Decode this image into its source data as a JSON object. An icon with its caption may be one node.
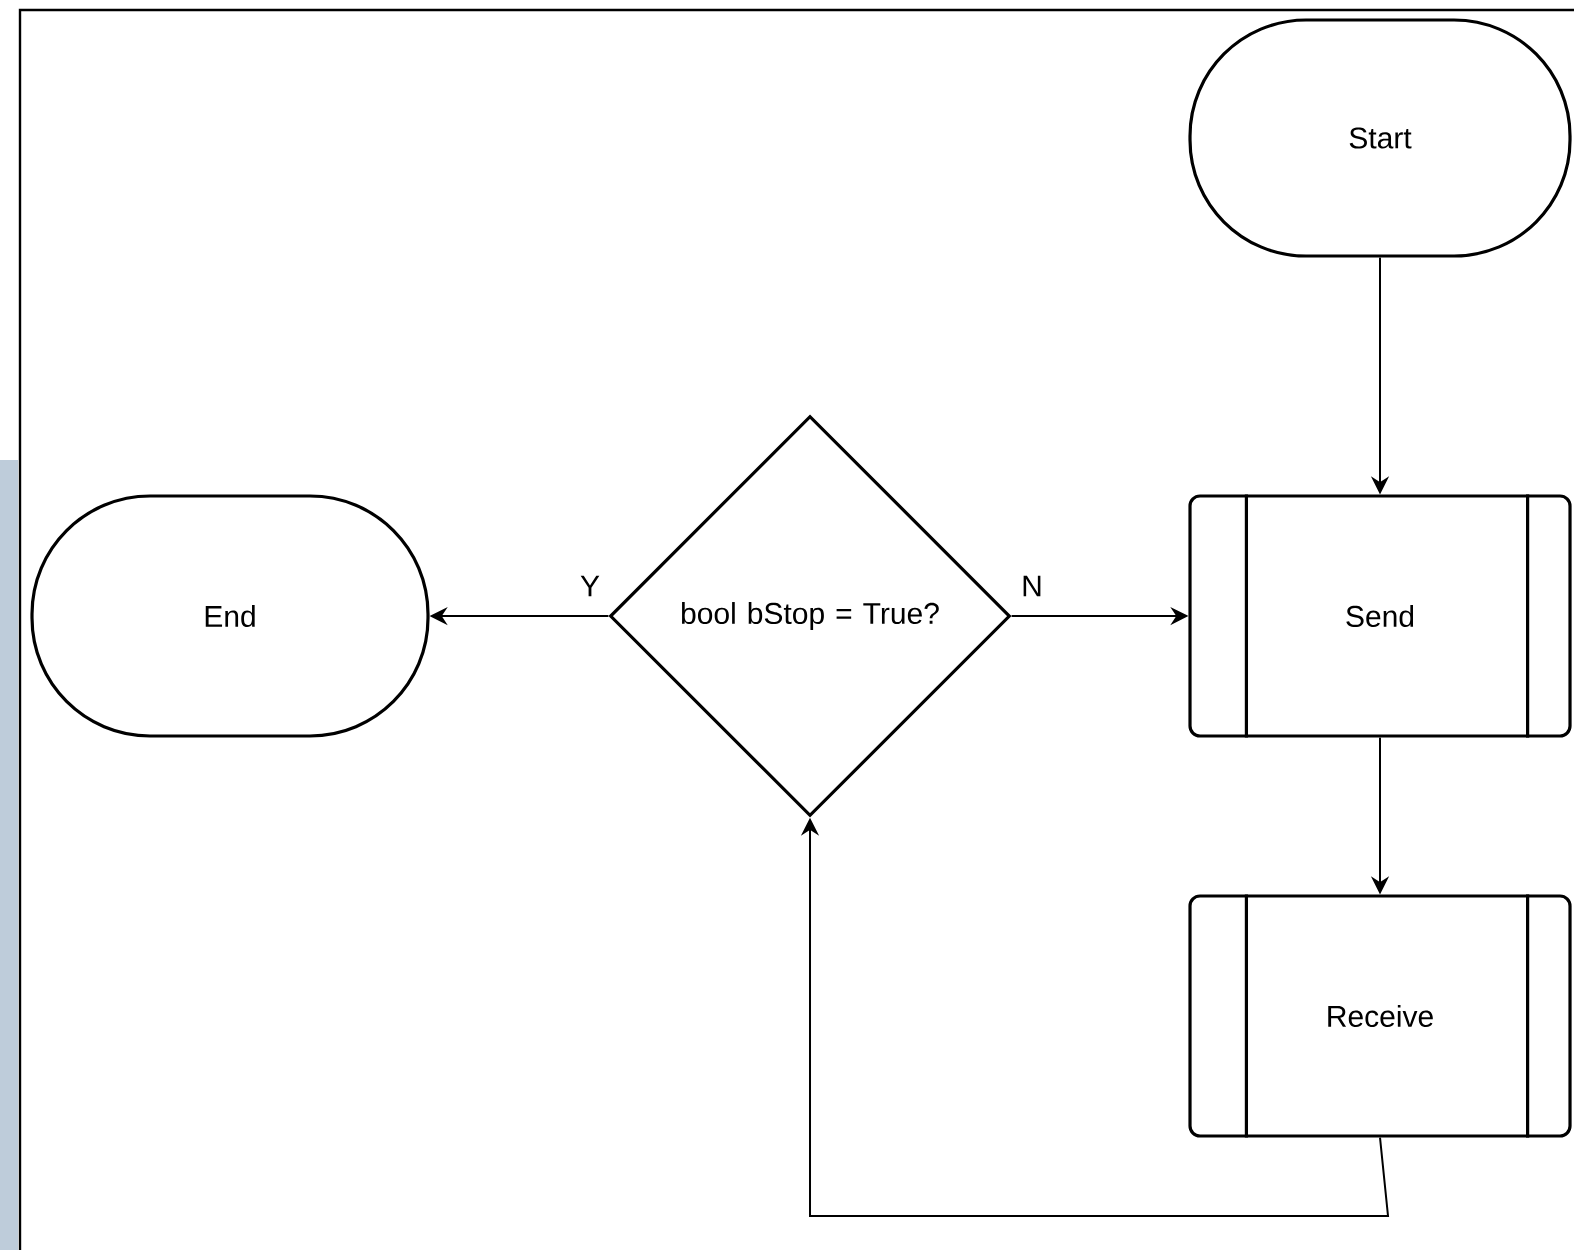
{
  "diagram": {
    "nodes": [
      {
        "text": [
          "Start"
        ]
      },
      {
        "text": [
          "End"
        ]
      },
      {
        "text": [
          "bool bStop = True?"
        ]
      },
      {
        "text": [
          "Send"
        ]
      },
      {
        "text": [
          "Receive"
        ]
      }
    ],
    "edges": [
      {
        "from": 0,
        "to": 3,
        "arrow": "to"
      },
      {
        "from": 2,
        "to": 1,
        "arrow": "to",
        "label": "Y"
      },
      {
        "from": 2,
        "to": 3,
        "arrow": "to",
        "label": "N"
      },
      {
        "from": 3,
        "to": 4,
        "arrow": "to"
      },
      {
        "from": 4,
        "to": 2,
        "arrow": "to"
      }
    ]
  }
}
